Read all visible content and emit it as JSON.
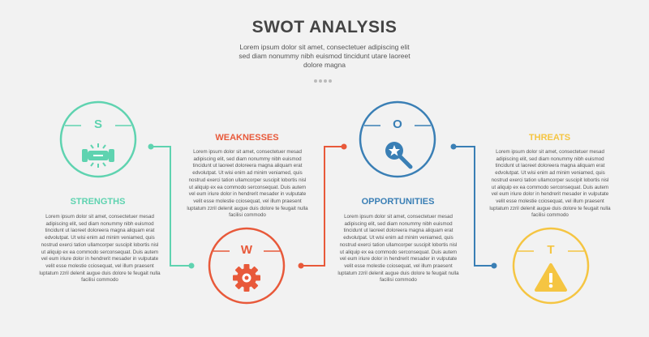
{
  "header": {
    "title": "SWOT ANALYSIS",
    "subtitle": "Lorem ipsum dolor sit amet, consectetuer adipiscing elit sed diam nonummy nibh euismod tincidunt utare laoreet dolore magna"
  },
  "colors": {
    "strengths": "#5fd3b0",
    "weaknesses": "#e8593a",
    "opportunities": "#3a7fb5",
    "threats": "#f5c542"
  },
  "items": {
    "strengths": {
      "letter": "S",
      "title": "STRENGTHS",
      "icon": "handshake-icon",
      "text": "Lorem ipsum dolor sit amet, consectetuer mesad adipiscing elit, sed diam nonummy nibh euismod tincidunt ut laoreet doloreera magna aliquam erat edvolutpat. Ut wisi enim ad minim veniamed, quis nostrud exerci tation ullamcorper suscipit lobortis nisl ut aliquip ex ea commodo serconsequat. Duis autem vel eum iriure dolor in hendrerit mesader in vulputate velit esse molestie cciosequat, vel illum praesent luptatum zzril delenit augue duis dolore te feugait nulla facilisi commodo"
    },
    "weaknesses": {
      "letter": "W",
      "title": "WEAKNESSES",
      "icon": "gear-icon",
      "text": "Lorem ipsum dolor sit amet, consectetuer mesad adipiscing elit, sed diam nonummy nibh euismod tincidunt ut laoreet doloreera magna aliquam erat edvolutpat. Ut wisi enim ad minim veniamed, quis nostrud exerci tation ullamcorper suscipit lobortis nisl ut aliquip ex ea commodo serconsequat. Duis autem vel eum iriure dolor in hendrerit mesader in vulputate velit esse molestie cciosequat, vel illum praesent luptatum zzril delenit augue duis dolore te feugait nulla facilisi commodo"
    },
    "opportunities": {
      "letter": "O",
      "title": "OPPORTUNITIES",
      "icon": "magnifier-star-icon",
      "text": "Lorem ipsum dolor sit amet, consectetuer mesad adipiscing elit, sed diam nonummy nibh euismod tincidunt ut laoreet doloreera magna aliquam erat edvolutpat. Ut wisi enim ad minim veniamed, quis nostrud exerci tation ullamcorper suscipit lobortis nisl ut aliquip ex ea commodo serconsequat. Duis autem vel eum iriure dolor in hendrerit mesader in vulputate velit esse molestie cciosequat, vel illum praesent luptatum zzril delenit augue duis dolore te feugait nulla facilisi commodo"
    },
    "threats": {
      "letter": "T",
      "title": "THREATS",
      "icon": "warning-icon",
      "text": "Lorem ipsum dolor sit amet, consectetuer mesad adipiscing elit, sed diam nonummy nibh euismod tincidunt ut laoreet doloreera magna aliquam erat edvolutpat. Ut wisi enim ad minim veniamed, quis nostrud exerci tation ullamcorper suscipit lobortis nisl ut aliquip ex ea commodo serconsequat. Duis autem vel eum iriure dolor in hendrerit mesader in vulputate velit esse molestie cciosequat, vel illum praesent luptatum zzril delenit augue duis dolore te feugait nulla facilisi commodo"
    }
  }
}
